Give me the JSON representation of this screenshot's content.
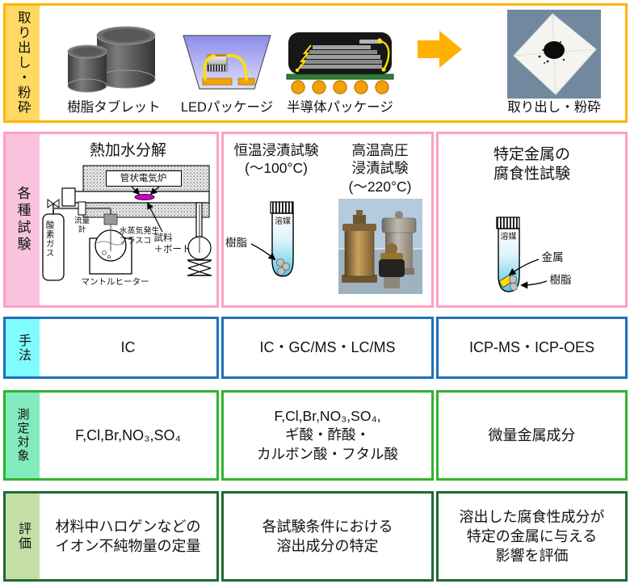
{
  "colors": {
    "band1_border": "#FFB400",
    "band1_label_bg": "#FFD964",
    "band2_border": "#FF9FC8",
    "band2_label_bg": "#F9C3DE",
    "band3_border": "#1F6FBE",
    "band3_label_bg": "#80FCFF",
    "band4_border": "#2FB32F",
    "band4_label_bg": "#82EBBE",
    "band5_border": "#1E6B32",
    "band5_label_bg": "#C3DFA5",
    "arrow": "#FFB100",
    "boat": "#CC00CC",
    "wire": "#FFE000",
    "metal_chip": "#FFDF00"
  },
  "extraction": {
    "label": "取り出し・粉砕",
    "captions": {
      "tablet": "樹脂タブレット",
      "led": "LEDパッケージ",
      "semiconductor": "半導体パッケージ",
      "result": "取り出し・粉砕"
    }
  },
  "tests": {
    "label": "各種試験",
    "hydrolysis": {
      "title": "熱加水分解",
      "furnace": "管状電気炉",
      "oxygen": "酸素ガス",
      "flowmeter": "流量\n計",
      "flask": "水蒸気発生\nフラスコ",
      "sample": "試料\n＋ボート",
      "heater": "マントルヒーター"
    },
    "immersion": {
      "title": "恒温浸漬試験\n(～100°C)",
      "solvent": "溶媒",
      "resin": "樹脂"
    },
    "autoclave": {
      "title": "高温高圧\n浸漬試験\n(～220°C)"
    },
    "corrosion": {
      "title": "特定金属の\n腐食性試験",
      "solvent": "溶媒",
      "metal": "金属",
      "resin": "樹脂"
    }
  },
  "method": {
    "label": "手法",
    "cells": [
      "IC",
      "IC・GC/MS・LC/MS",
      "ICP-MS・ICP-OES"
    ]
  },
  "target": {
    "label": "測定対象",
    "cells": [
      "F,Cl,Br,NO₃,SO₄",
      "F,Cl,Br,NO₃,SO₄,\nギ酸・酢酸・\nカルボン酸・フタル酸",
      "微量金属成分"
    ]
  },
  "evaluation": {
    "label": "評価",
    "cells": [
      "材料中ハロゲンなどの\nイオン不純物量の定量",
      "各試験条件における\n溶出成分の特定",
      "溶出した腐食性成分が\n特定の金属に与える\n影響を評価"
    ]
  }
}
